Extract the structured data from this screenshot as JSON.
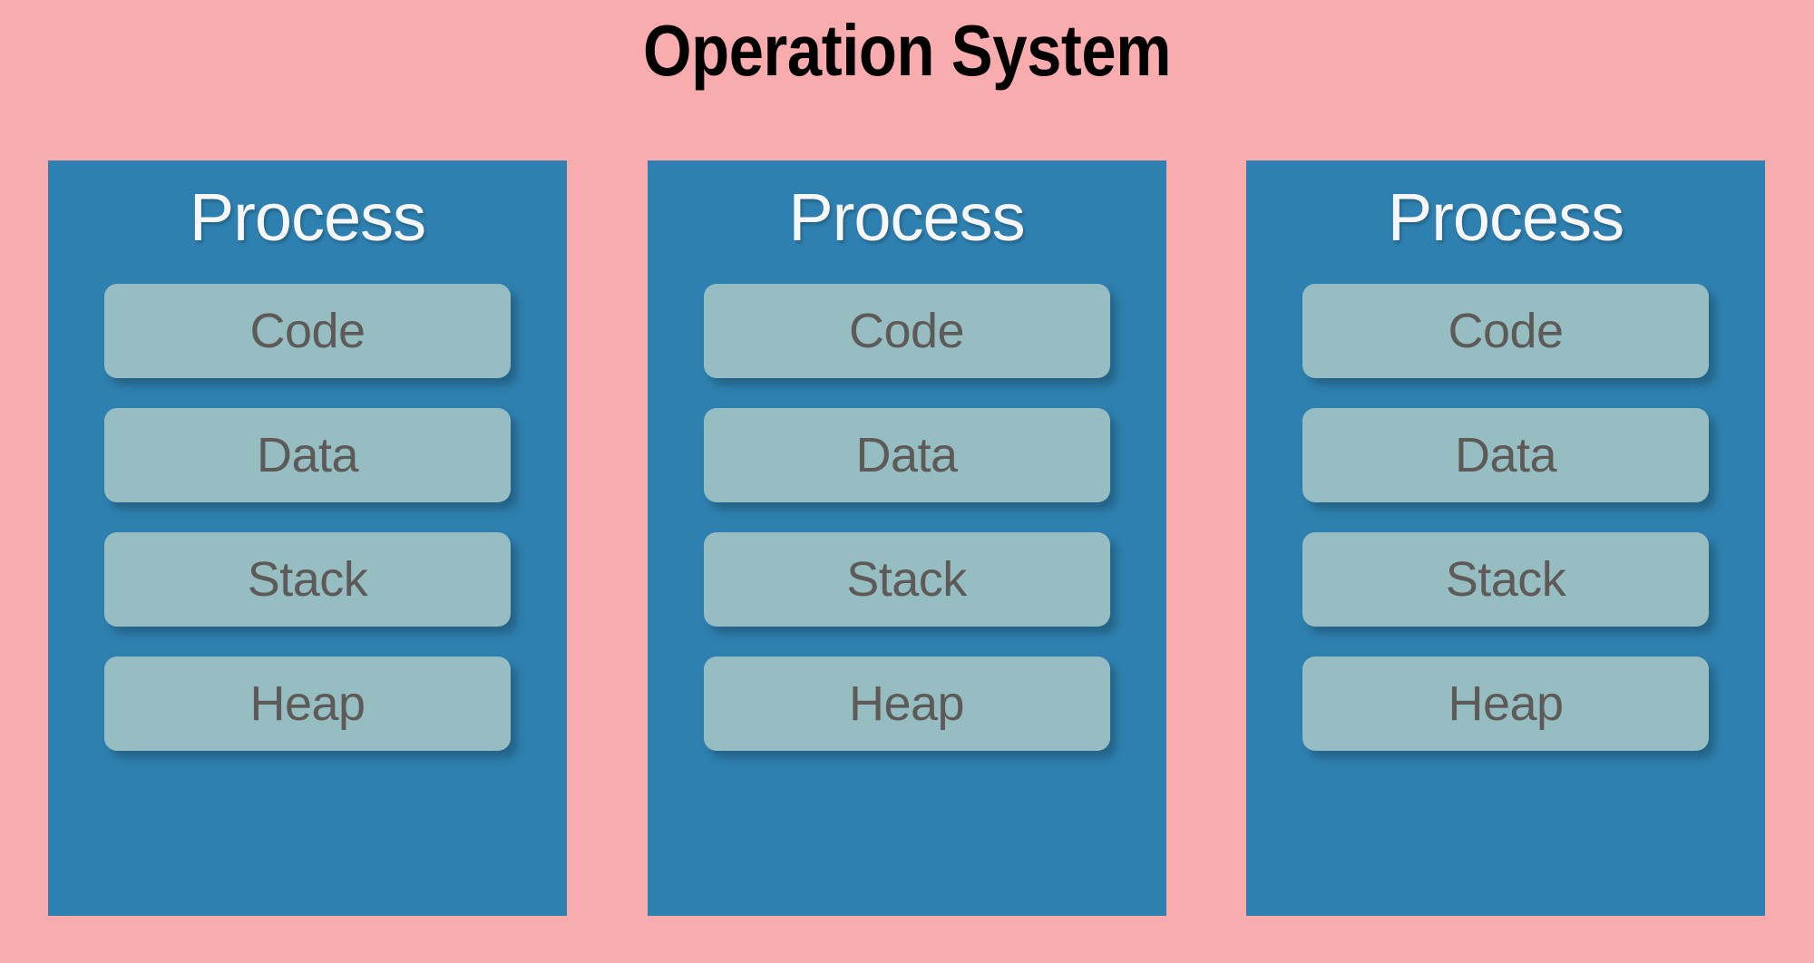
{
  "diagram": {
    "title": "Operation System",
    "background_color": "#f8acae",
    "process_card_color": "#2e80b0",
    "segment_color": "#96bec2",
    "segment_text_color": "#5e5a57",
    "title_text_color": "#000000",
    "process_title_color": "#f7f7f7",
    "processes": [
      {
        "title": "Process",
        "segments": [
          {
            "label": "Code"
          },
          {
            "label": "Data"
          },
          {
            "label": "Stack"
          },
          {
            "label": "Heap"
          }
        ]
      },
      {
        "title": "Process",
        "segments": [
          {
            "label": "Code"
          },
          {
            "label": "Data"
          },
          {
            "label": "Stack"
          },
          {
            "label": "Heap"
          }
        ]
      },
      {
        "title": "Process",
        "segments": [
          {
            "label": "Code"
          },
          {
            "label": "Data"
          },
          {
            "label": "Stack"
          },
          {
            "label": "Heap"
          }
        ]
      }
    ]
  }
}
